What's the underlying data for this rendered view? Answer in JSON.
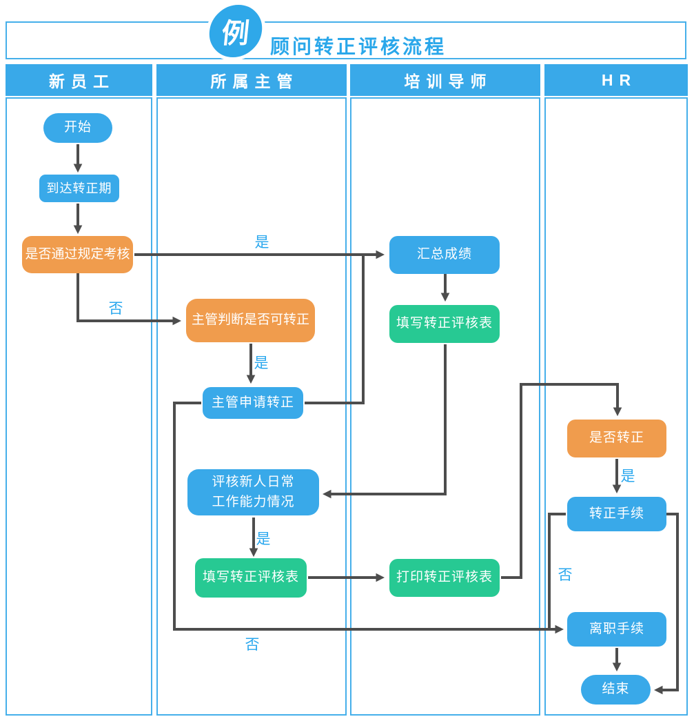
{
  "badge_label": "例",
  "title": "顾问转正评核流程",
  "lanes": [
    {
      "label": "新员工"
    },
    {
      "label": "所属主管"
    },
    {
      "label": "培训导师"
    },
    {
      "label": "HR"
    }
  ],
  "nodes": [
    {
      "id": "start",
      "label": "开始",
      "type": "terminator",
      "color": "blue",
      "lane": "新员工"
    },
    {
      "id": "reach-probation-period",
      "label": "到达转正期",
      "type": "process",
      "color": "blue",
      "lane": "新员工"
    },
    {
      "id": "pass-required-exam",
      "label": "是否通过规定考核",
      "type": "decision",
      "color": "orange",
      "lane": "新员工"
    },
    {
      "id": "supervisor-judge-conversion",
      "label": "主管判断是否可转正",
      "type": "decision",
      "color": "orange",
      "lane": "所属主管"
    },
    {
      "id": "supervisor-apply-conversion",
      "label": "主管申请转正",
      "type": "process",
      "color": "blue",
      "lane": "所属主管"
    },
    {
      "id": "evaluate-daily-work-ability",
      "label": "评核新人日常\n工作能力情况",
      "type": "process",
      "color": "blue",
      "lane": "所属主管"
    },
    {
      "id": "fill-evaluation-form-supervisor",
      "label": "填写转正评核表",
      "type": "process",
      "color": "green",
      "lane": "所属主管"
    },
    {
      "id": "summarize-scores",
      "label": "汇总成绩",
      "type": "process",
      "color": "blue",
      "lane": "培训导师"
    },
    {
      "id": "fill-evaluation-form-mentor",
      "label": "填写转正评核表",
      "type": "process",
      "color": "green",
      "lane": "培训导师"
    },
    {
      "id": "print-evaluation-form",
      "label": "打印转正评核表",
      "type": "process",
      "color": "green",
      "lane": "培训导师"
    },
    {
      "id": "confirm-conversion",
      "label": "是否转正",
      "type": "decision",
      "color": "orange",
      "lane": "HR"
    },
    {
      "id": "conversion-procedure",
      "label": "转正手续",
      "type": "process",
      "color": "blue",
      "lane": "HR"
    },
    {
      "id": "resignation-procedure",
      "label": "离职手续",
      "type": "process",
      "color": "blue",
      "lane": "HR"
    },
    {
      "id": "end",
      "label": "结束",
      "type": "terminator",
      "color": "blue",
      "lane": "HR"
    }
  ],
  "edge_labels": [
    {
      "id": "yes-pass-exam",
      "label": "是"
    },
    {
      "id": "no-pass-exam",
      "label": "否"
    },
    {
      "id": "yes-supervisor-judge",
      "label": "是"
    },
    {
      "id": "yes-evaluate-daily",
      "label": "是"
    },
    {
      "id": "yes-confirm-conversion",
      "label": "是"
    },
    {
      "id": "no-conversion",
      "label": "否"
    },
    {
      "id": "no-supervisor-apply",
      "label": "否"
    }
  ],
  "colors": {
    "node_blue": "#39A9E9",
    "node_orange": "#F09C4D",
    "node_green": "#27C993",
    "lane_border_blue": "#45AFEA",
    "arrow_gray": "#4D4D4D",
    "edge_label_blue": "#29A7EE",
    "title_blue": "#2AA7EA"
  }
}
